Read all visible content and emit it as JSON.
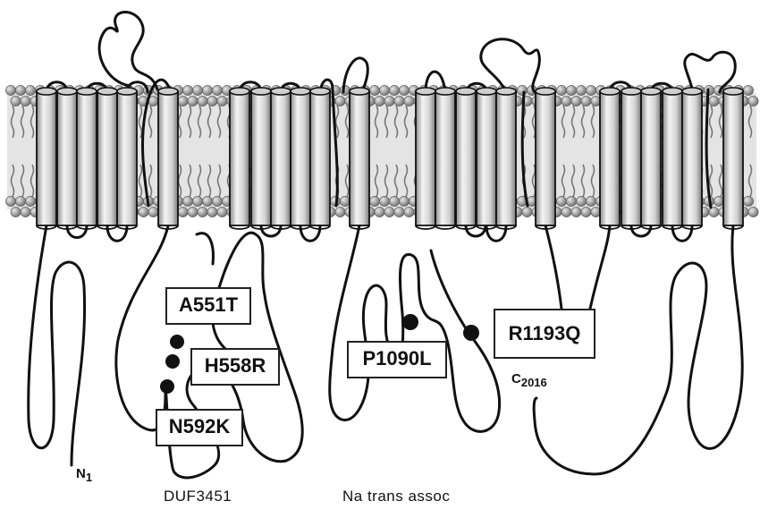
{
  "mutations": [
    {
      "id": "a551t",
      "label": "A551T"
    },
    {
      "id": "h558r",
      "label": "H558R"
    },
    {
      "id": "n592k",
      "label": "N592K"
    },
    {
      "id": "p1090l",
      "label": "P1090L"
    },
    {
      "id": "r1193q",
      "label": "R1193Q"
    }
  ],
  "termini": {
    "n_letter": "N",
    "n_sub": "1",
    "c_letter": "C",
    "c_sub": "2016"
  },
  "domains": {
    "duf": "DUF3451",
    "na_trans": "Na trans assoc"
  },
  "colors": {
    "lipid_head": "#9a9a9a",
    "core": "#e6e6e6",
    "helix_fill": "#dcdcdc",
    "stroke": "#111111"
  }
}
